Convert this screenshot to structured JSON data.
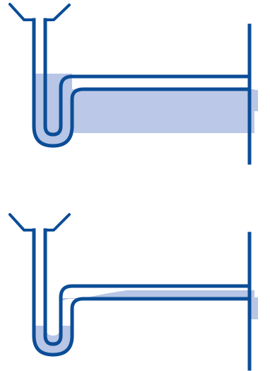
{
  "colors": {
    "background": "#ffffff",
    "pipe_outline": "#0b4d97",
    "water_fill": "#b7c5e6"
  },
  "panels": [
    {
      "id": "full-trap",
      "elements": [
        "funnel-icon",
        "u-trap-pipe",
        "drain-pipe",
        "wall-line"
      ],
      "water_state": "full"
    },
    {
      "id": "siphoned-trap",
      "elements": [
        "funnel-icon",
        "u-trap-pipe",
        "drain-pipe",
        "wall-line"
      ],
      "water_state": "low"
    }
  ]
}
